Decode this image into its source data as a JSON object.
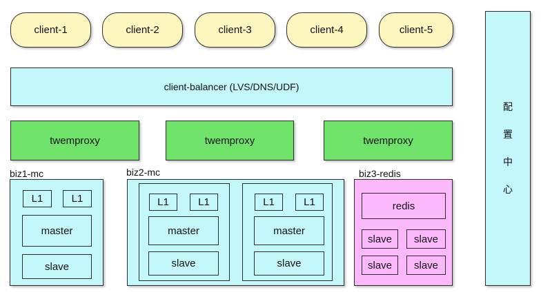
{
  "clients": [
    "client-1",
    "client-2",
    "client-3",
    "client-4",
    "client-5"
  ],
  "balancer": "client-balancer (LVS/DNS/UDF)",
  "proxies": [
    "twemproxy",
    "twemproxy",
    "twemproxy"
  ],
  "biz1": {
    "label": "biz1-mc",
    "l1": [
      "L1",
      "L1"
    ],
    "master": "master",
    "slave": "slave"
  },
  "biz2": {
    "label": "biz2-mc",
    "shards": [
      {
        "l1": [
          "L1",
          "L1"
        ],
        "master": "master",
        "slave": "slave"
      },
      {
        "l1": [
          "L1",
          "L1"
        ],
        "master": "master",
        "slave": "slave"
      }
    ]
  },
  "biz3": {
    "label": "biz3-redis",
    "redis": "redis",
    "slaves": [
      "slave",
      "slave",
      "slave",
      "slave"
    ]
  },
  "config_center": [
    "配",
    "置",
    "中",
    "心"
  ],
  "colors": {
    "client": "#fdf6bf",
    "cyan": "#c3f7fa",
    "green": "#6fe26a",
    "pink": "#fbb9fb"
  }
}
